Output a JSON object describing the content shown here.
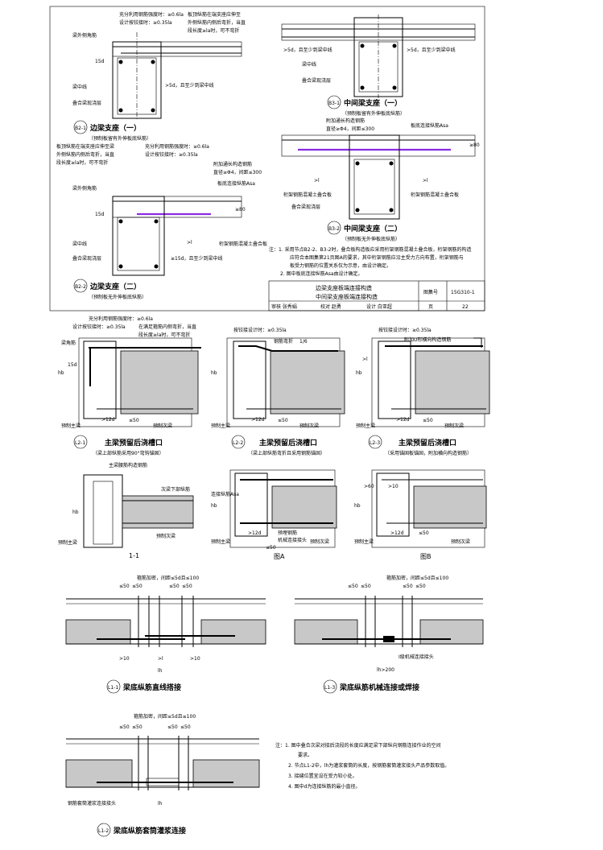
{
  "top_sheet": {
    "b2_1": {
      "note1": "充分利用钢筋强度时：≥0.6la",
      "note2": "设计按铰接时：≥0.35la",
      "note3": "板顶纵筋在端支座应伸至",
      "note4": "外侧纵筋内侧后弯折，当直",
      "note5": "段长度≥la时，可不弯折",
      "label_corner": "梁外侧角筋",
      "label_mid": "梁中线",
      "label_cast": "叠合梁现浇层",
      "dim_5d": ">5d，且至少到梁中线",
      "dim_15d": "15d",
      "title": "边梁支座（一）",
      "subtitle": "（预制板留有外伸板底纵筋）",
      "tag": "B2-1"
    },
    "b2_2": {
      "note1": "板顶纵筋在端支座应伸至梁",
      "note2": "外侧纵筋内侧后弯折，当直",
      "note3": "段长度≥la时，可不弯折",
      "note4": "充分利用钢筋强度时：≥0.6la",
      "note5": "设计按铰接时：≥0.35la",
      "note6": "附加通长构造钢筋",
      "note7": "直径≥Φ4，间距≤300",
      "label_joint": "板底连接纵筋Asa",
      "label_corner": "梁外侧角筋",
      "label_mid": "梁中线",
      "label_cast": "叠合梁现浇层",
      "label_slab": "桁架钢筋混凝土叠合板",
      "dim_l": ">l",
      "dim_15d": "≥15d，且至少到梁中线",
      "dim_15": "15d",
      "dim_80": "≥80",
      "title": "边梁支座（二）",
      "subtitle": "（预制板无外伸板底纵筋）",
      "tag": "B2-2"
    },
    "b3_1": {
      "dim_left": ">5d，且至少到梁中线",
      "dim_right": ">5d，且至少到梁中线",
      "label_mid": "梁中线",
      "label_cast": "叠合梁现浇层",
      "title": "中间梁支座（一）",
      "subtitle": "（预制板留有外伸板底纵筋）",
      "tag": "B3-1"
    },
    "b3_2": {
      "note1": "附加通长构造钢筋",
      "note2": "直径≥Φ4，间距≤300",
      "label_joint": "板底连接纵筋Asa",
      "label_slab_l": "桁架钢筋混凝土叠合板",
      "label_slab_r": "桁架钢筋混凝土叠合板",
      "label_cast": "叠合梁现浇层",
      "dim_l1": ">l",
      "dim_l2": ">l",
      "dim_80": "≥80",
      "title": "中间梁支座（二）",
      "subtitle": "（预制板无外伸板底纵筋）",
      "tag": "B3-2"
    },
    "notes": {
      "n1": "注：1. 采用节点B2-2、B3-2时，叠合板构造板应采用桁架钢筋混凝土叠合板，桁架钢筋的构造",
      "n1b": "应符合本图集第21页图A的要求，其中桁架钢筋应沿主受力方向布置，桁架钢筋与",
      "n1c": "板受力钢筋的位置关系仅为示意，由设计确定。",
      "n2": "2. 图中板底连接纵筋Asa由设计确定。"
    },
    "title_block": {
      "title1": "边梁支座板端连接构造",
      "title2": "中间梁支座板端连接构造",
      "atlas_label": "图集号",
      "atlas_no": "15G310-1",
      "page_label": "页",
      "page_no": "22",
      "review": "审核 张秀娟",
      "check": "校对 赵勇",
      "design": "设计 白亚超"
    }
  },
  "l2": {
    "l2_1": {
      "note1": "充分利用钢筋强度时：≥0.6la",
      "note2": "设计按铰接时：≥0.35la",
      "note3": "在满足箍筋内侧弯折，当直",
      "note4": "段长度≥la时，可不弯折",
      "label_corner": "梁角筋",
      "label_main": "预制主梁",
      "label_sec": "预制次梁",
      "dim_12d": ">12d",
      "dim_50": "≤50",
      "dim_15d": "15d",
      "dim_hb": "hb",
      "title": "主梁预留后浇槽口",
      "subtitle": "（梁上部纵筋采用90°弯钩锚固）",
      "tag": "L2-1"
    },
    "l2_2": {
      "note1": "按铰接设计时：≥0.35la",
      "note2": "钢筋弯折",
      "note3": "1/6",
      "label_main": "预制主梁",
      "label_sec": "预制次梁",
      "dim_12d": ">12d",
      "dim_50": "≤50",
      "dim_hb": "hb",
      "title": "主梁预留后浇槽口",
      "subtitle": "（梁上部纵筋弯折且采用钢筋锚固）",
      "tag": "L2-2"
    },
    "l2_3": {
      "note1": "按铰接设计时：≥0.35la",
      "note2": "附加U形横向构造钢筋",
      "label_main": "预制主梁",
      "label_sec": "预制次梁",
      "dim_12d": ">12d",
      "dim_50": "≤50",
      "dim_l": ">l",
      "dim_hb": "hb",
      "title": "主梁预留后浇槽口",
      "subtitle": "（采用锚固板锚固，附加横向构造钢筋）",
      "tag": "L2-3"
    },
    "sec_1_1": {
      "label_top": "主梁腰筋构造钢筋",
      "label_bot": "次梁下部纵筋",
      "label_main": "预制主梁",
      "label_sec": "预制次梁",
      "dim_hb": "hb",
      "title": "1-1"
    },
    "fig_a": {
      "label_joint": "连接纵筋Asa",
      "label_steel": "预埋钢筋",
      "label_mech": "机械连接接头",
      "label_main": "预制主梁",
      "label_sec": "预制次梁",
      "dim_12d": ">12d",
      "dim_50": "≤50",
      "dim_hb": "hb",
      "title": "图A"
    },
    "fig_b": {
      "label_main": "预制主梁",
      "label_sec": "预制次梁",
      "dim_60": ">60",
      "dim_10": ">10",
      "dim_12d": ">12d",
      "dim_50": "≤50",
      "dim_hb": "hb",
      "title": "图B"
    }
  },
  "l1": {
    "l1_1": {
      "note": "箍筋加密，间距≤5d且≤100",
      "dim_50a": "≤50",
      "dim_50b": "≤50",
      "dim_50c": "≤50",
      "dim_50d": "≤50",
      "dim_10a": ">10",
      "dim_10b": ">10",
      "dim_l": ">l",
      "dim_lh": "lh",
      "title": "梁底纵筋直线搭接",
      "tag": "L1-1"
    },
    "l1_3": {
      "note": "箍筋加密，间距≤5d且≤100",
      "dim_50a": "≤50",
      "dim_50b": "≤50",
      "dim_50c": "≤50",
      "dim_50d": "≤50",
      "label_mech": "I级机械连接接头",
      "dim_lh": "lh>200",
      "title": "梁底纵筋机械连接或焊接",
      "tag": "L1-3"
    },
    "l1_2": {
      "note": "箍筋加密，间距≤5d且≤100",
      "dim_50a": "≤50",
      "dim_50b": "≤50",
      "dim_50c": "≤50",
      "dim_50d": "≤50",
      "label_sleeve": "钢筋套筒灌浆连接接头",
      "dim_lh": "lh",
      "title": "梁底纵筋套筒灌浆连接",
      "tag": "L1-2"
    },
    "notes": {
      "n1": "注：1. 图中叠合次梁对接后浇段的长度应满足梁下部纵向钢筋连接作业的空间",
      "n1b": "要求。",
      "n2": "2. 节点L1-2中，lh为灌浆套筒的长度，按钢筋套筒灌浆接头产品参数取值。",
      "n3": "3. 接缝位置宜设在受力较小处。",
      "n4": "4. 图中d为连接纵筋的最小直径。"
    }
  }
}
